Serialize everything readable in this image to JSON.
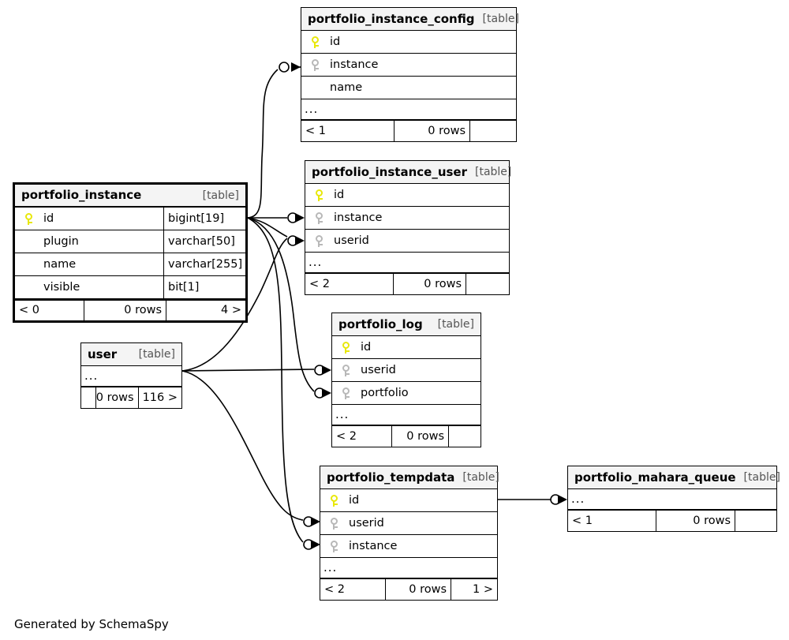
{
  "meta": {
    "generated_by": "Generated by SchemaSpy",
    "table_tag": "[table]",
    "ellipsis": "...",
    "rows_suffix": "0 rows",
    "icons": {
      "primary_key": "key-icon-primary",
      "foreign_key": "key-icon-foreign"
    },
    "colors": {
      "primary_key": "#e8e80a",
      "foreign_key": "#b8b8b8",
      "header_background": "#f4f4f4",
      "border": "#000000",
      "background": "#ffffff",
      "tag_text": "#555555"
    }
  },
  "tables": [
    {
      "id": "portfolio_instance_config",
      "name": "portfolio_instance_config",
      "tag": "[table]",
      "emphasized": false,
      "columns": [
        {
          "key": "pk",
          "name": "id",
          "type": ""
        },
        {
          "key": "fk",
          "name": "instance",
          "type": ""
        },
        {
          "key": "none",
          "name": "name",
          "type": ""
        }
      ],
      "more": "...",
      "footer": {
        "left": "< 1",
        "middle": "0 rows",
        "right": ""
      }
    },
    {
      "id": "portfolio_instance",
      "name": "portfolio_instance",
      "tag": "[table]",
      "emphasized": true,
      "columns": [
        {
          "key": "pk",
          "name": "id",
          "type": "bigint[19]"
        },
        {
          "key": "none",
          "name": "plugin",
          "type": "varchar[50]"
        },
        {
          "key": "none",
          "name": "name",
          "type": "varchar[255]"
        },
        {
          "key": "none",
          "name": "visible",
          "type": "bit[1]"
        }
      ],
      "more": "",
      "footer": {
        "left": "< 0",
        "middle": "0 rows",
        "right": "4 >"
      }
    },
    {
      "id": "portfolio_instance_user",
      "name": "portfolio_instance_user",
      "tag": "[table]",
      "emphasized": false,
      "columns": [
        {
          "key": "pk",
          "name": "id",
          "type": ""
        },
        {
          "key": "fk",
          "name": "instance",
          "type": ""
        },
        {
          "key": "fk",
          "name": "userid",
          "type": ""
        }
      ],
      "more": "...",
      "footer": {
        "left": "< 2",
        "middle": "0 rows",
        "right": ""
      }
    },
    {
      "id": "user",
      "name": "user",
      "tag": "[table]",
      "emphasized": false,
      "columns": [],
      "more": "...",
      "footer": {
        "left": "",
        "middle": "0 rows",
        "right": "116 >"
      }
    },
    {
      "id": "portfolio_log",
      "name": "portfolio_log",
      "tag": "[table]",
      "emphasized": false,
      "columns": [
        {
          "key": "pk",
          "name": "id",
          "type": ""
        },
        {
          "key": "fk",
          "name": "userid",
          "type": ""
        },
        {
          "key": "fk",
          "name": "portfolio",
          "type": ""
        }
      ],
      "more": "...",
      "footer": {
        "left": "< 2",
        "middle": "0 rows",
        "right": ""
      }
    },
    {
      "id": "portfolio_tempdata",
      "name": "portfolio_tempdata",
      "tag": "[table]",
      "emphasized": false,
      "columns": [
        {
          "key": "pk",
          "name": "id",
          "type": ""
        },
        {
          "key": "fk",
          "name": "userid",
          "type": ""
        },
        {
          "key": "fk",
          "name": "instance",
          "type": ""
        }
      ],
      "more": "...",
      "footer": {
        "left": "< 2",
        "middle": "0 rows",
        "right": "1 >"
      }
    },
    {
      "id": "portfolio_mahara_queue",
      "name": "portfolio_mahara_queue",
      "tag": "[table]",
      "emphasized": false,
      "columns": [],
      "more": "...",
      "footer": {
        "left": "< 1",
        "middle": "0 rows",
        "right": ""
      }
    }
  ],
  "relationships": [
    {
      "from": "portfolio_instance.id",
      "to": "portfolio_instance_config.instance"
    },
    {
      "from": "portfolio_instance.id",
      "to": "portfolio_instance_user.instance"
    },
    {
      "from": "portfolio_instance.id",
      "to": "portfolio_log.portfolio"
    },
    {
      "from": "portfolio_instance.id",
      "to": "portfolio_tempdata.instance"
    },
    {
      "from": "user",
      "to": "portfolio_instance_user.userid"
    },
    {
      "from": "user",
      "to": "portfolio_log.userid"
    },
    {
      "from": "user",
      "to": "portfolio_tempdata.userid"
    },
    {
      "from": "portfolio_tempdata.id",
      "to": "portfolio_mahara_queue"
    }
  ]
}
